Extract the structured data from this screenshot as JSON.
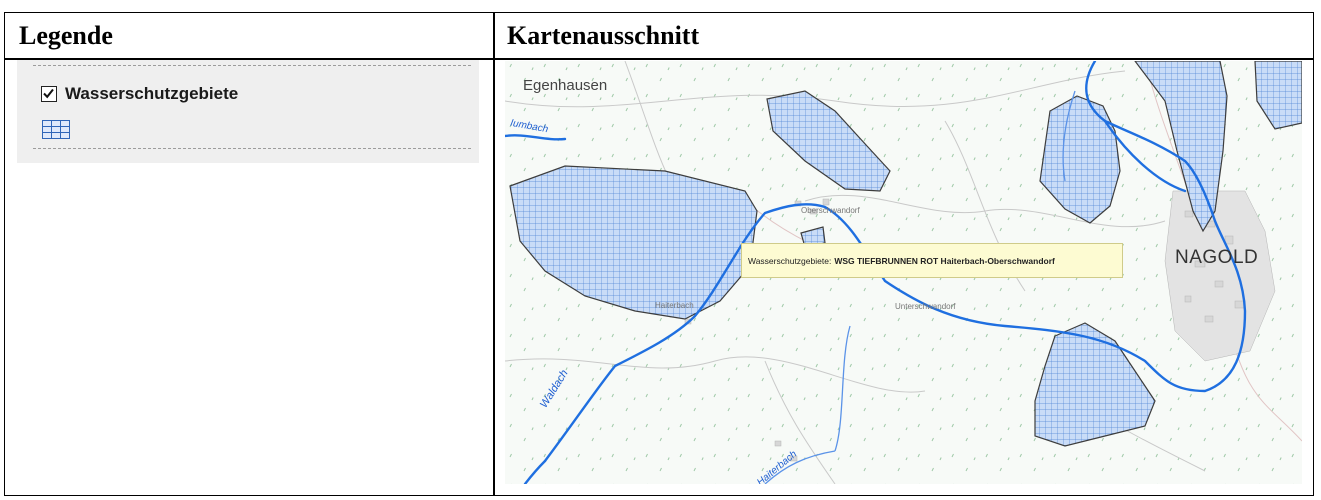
{
  "headers": {
    "legend": "Legende",
    "map": "Kartenausschnitt"
  },
  "legend": {
    "layer_label": "Wasserschutzgebiete",
    "checked": true,
    "swatch_fill": "#dfe9fb",
    "swatch_hatch": "#2f65b8"
  },
  "map": {
    "places": {
      "egenhausen": "Egenhausen",
      "nagold": "NAGOLD",
      "oberschwandorf": "Oberschwandorf",
      "unterschwandorf": "Unterschwandorf",
      "haiterbach": "Haiterbach"
    },
    "rivers": {
      "iumbach": "Iumbach",
      "waldach": "Waldach",
      "haiterbach": "Haiterbach"
    },
    "tooltip": {
      "key": "Wasserschutzgebiete:",
      "value": "WSG TIEFBRUNNEN ROT Haiterbach-Oberschwandorf"
    },
    "colors": {
      "zone_fill": "#c9dcf7",
      "zone_hatch": "#4f84d6",
      "zone_border": "#3d3d3d",
      "river": "#1f6fe0",
      "background": "#f7faf7"
    }
  }
}
